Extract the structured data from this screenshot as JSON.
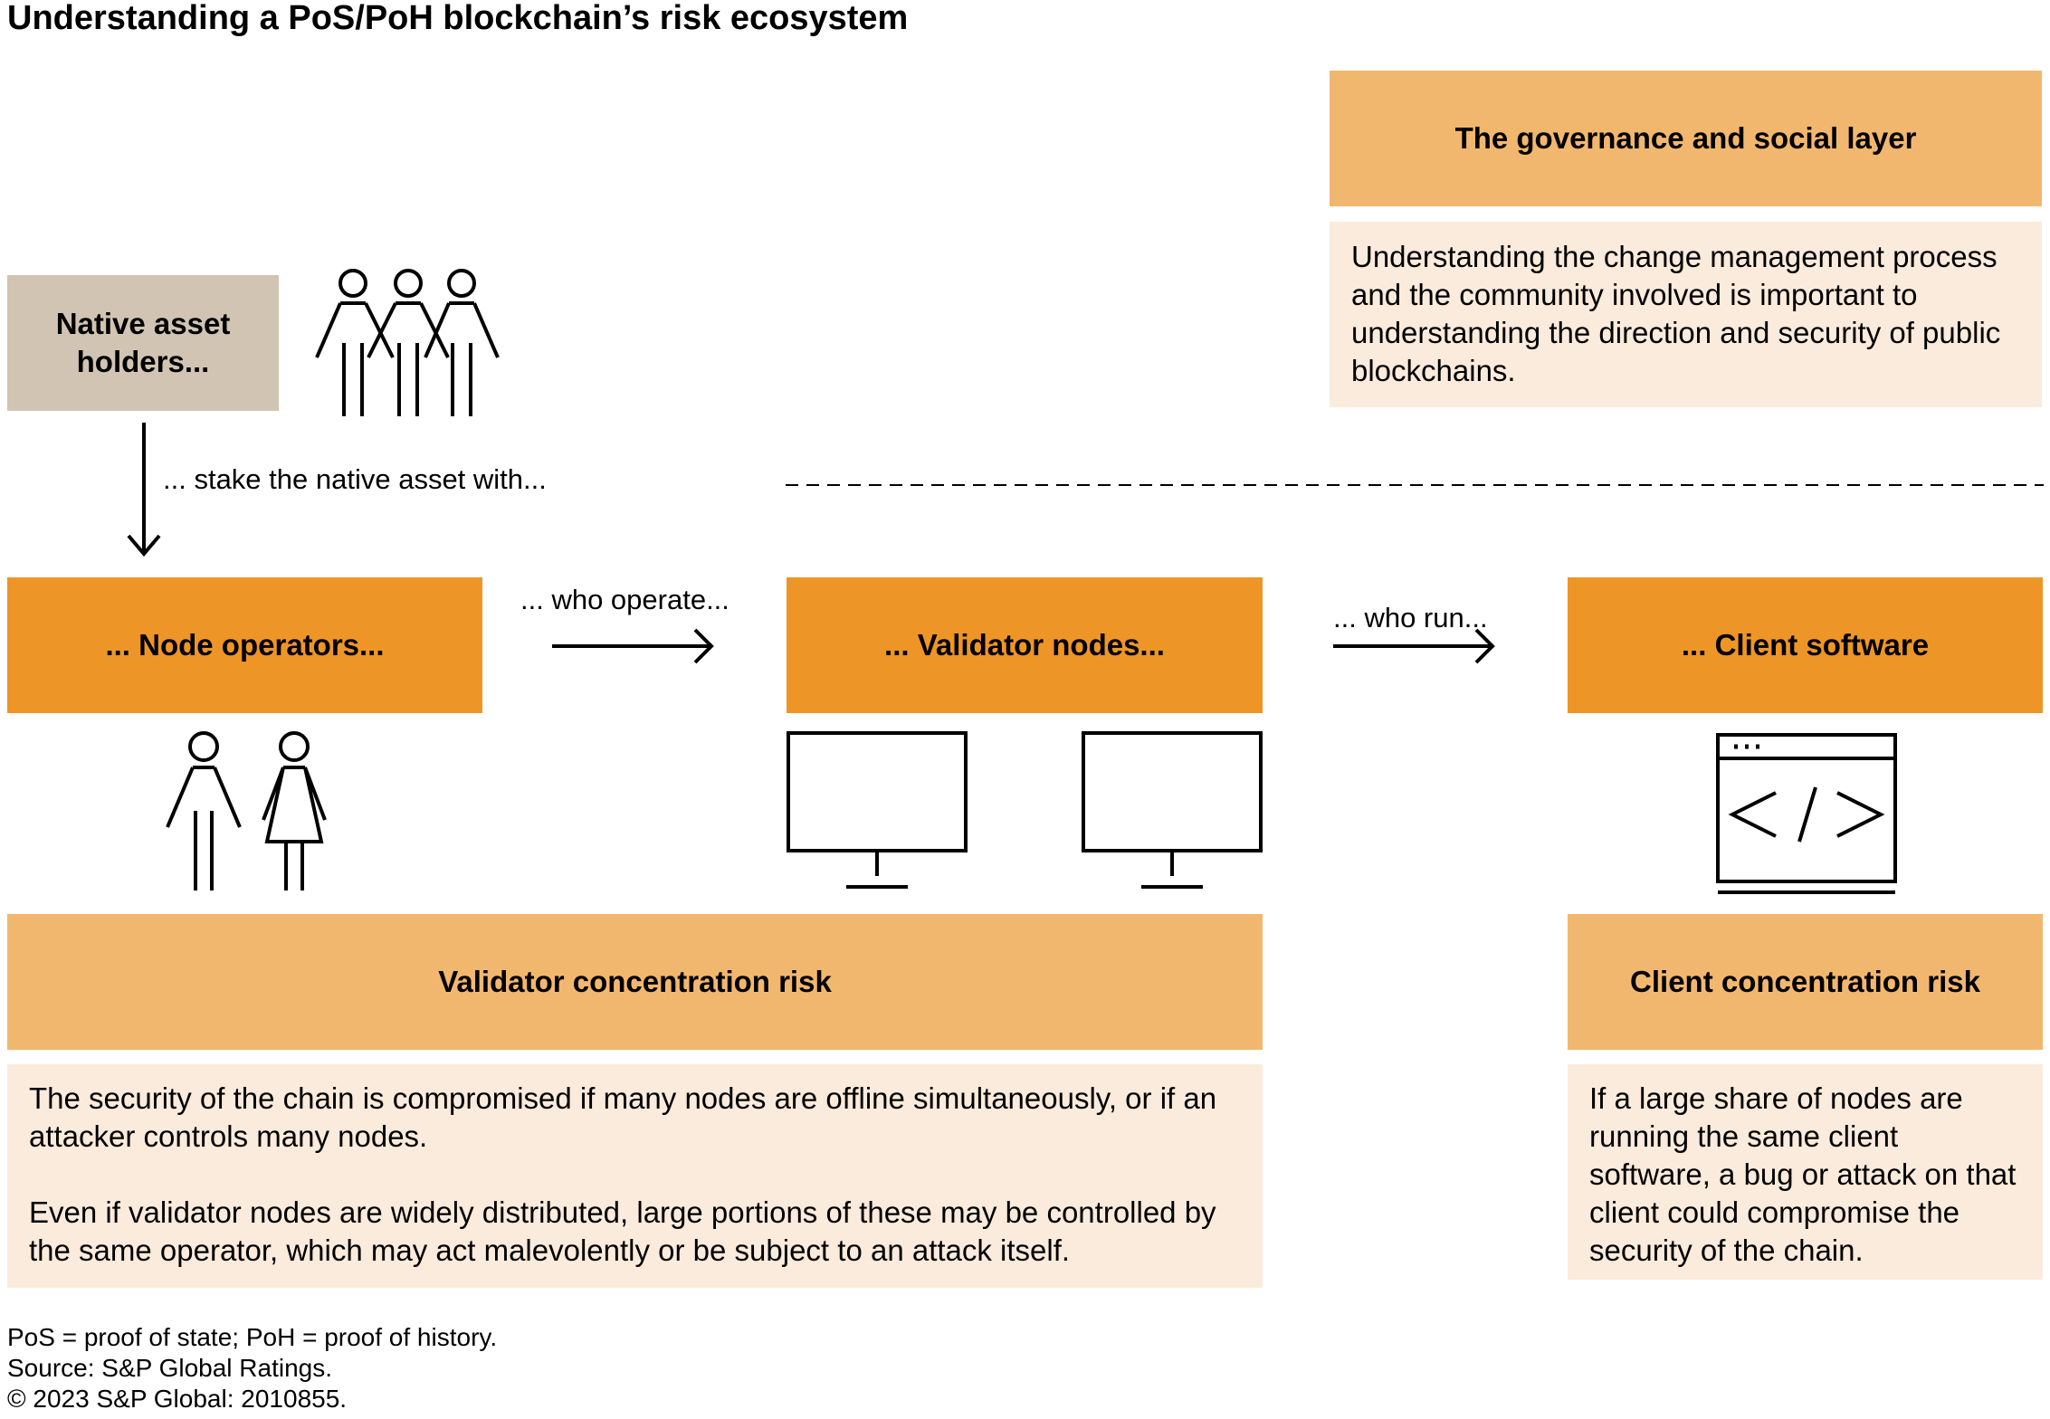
{
  "title": "Understanding a PoS/PoH blockchain’s risk ecosystem",
  "governance": {
    "heading": "The governance and social layer",
    "text": "Understanding the change management process and the community involved is important to understanding the direction and security of public blockchains."
  },
  "native_holders": {
    "label": "Native asset holders..."
  },
  "flow_labels": {
    "stake": "... stake the native asset with...",
    "operate": "... who operate...",
    "run": "... who run..."
  },
  "node_operators": {
    "label": "... Node operators..."
  },
  "validator_nodes": {
    "label": "... Validator nodes..."
  },
  "client_software": {
    "label": "... Client software"
  },
  "validator_risk": {
    "heading": "Validator concentration risk",
    "para1": "The security of the chain is compromised if many nodes are offline simultaneously, or if an attacker controls many nodes.",
    "para2": "Even if validator nodes are widely distributed, large portions of these may be controlled by the same operator, which may act malevolently or be subject to an attack itself."
  },
  "client_risk": {
    "heading": "Client concentration risk",
    "text": "If a large share of nodes are running the same client software, a bug or attack on that client could compromise the security of the chain."
  },
  "footer": {
    "line1": "PoS = proof of state; PoH = proof of history.",
    "line2": "Source: S&P Global Ratings.",
    "line3": "© 2023 S&P Global: 2010855."
  },
  "colors": {
    "orange": "#ee9527",
    "light_orange": "#f2b76e",
    "pale_orange": "#fbebdc",
    "tan": "#d1c4b3"
  }
}
